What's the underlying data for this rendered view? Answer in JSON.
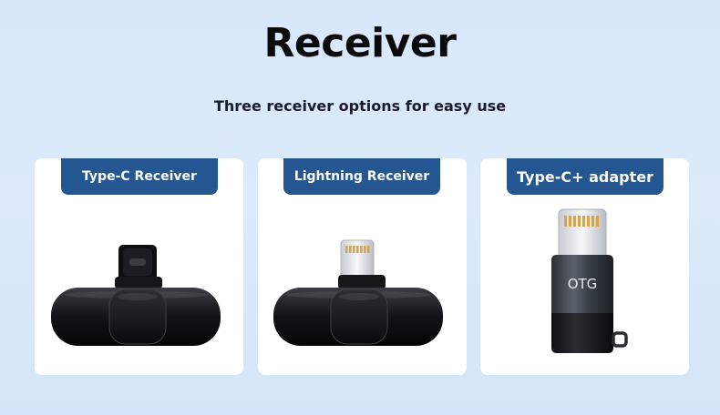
{
  "header": {
    "title": "Receiver",
    "subtitle": "Three receiver options for easy use"
  },
  "cards": [
    {
      "label": "Type-C Receiver",
      "product_icon": "usb-c-receiver-icon"
    },
    {
      "label": "Lightning Receiver",
      "product_icon": "lightning-receiver-icon"
    },
    {
      "label": "Type-C+ adapter",
      "product_icon": "otg-adapter-icon",
      "device_text": "OTG"
    }
  ],
  "colors": {
    "background": "#d8e8fa",
    "tab": "#245691",
    "device_body": "#111214",
    "adapter_body": "#3a4048"
  }
}
